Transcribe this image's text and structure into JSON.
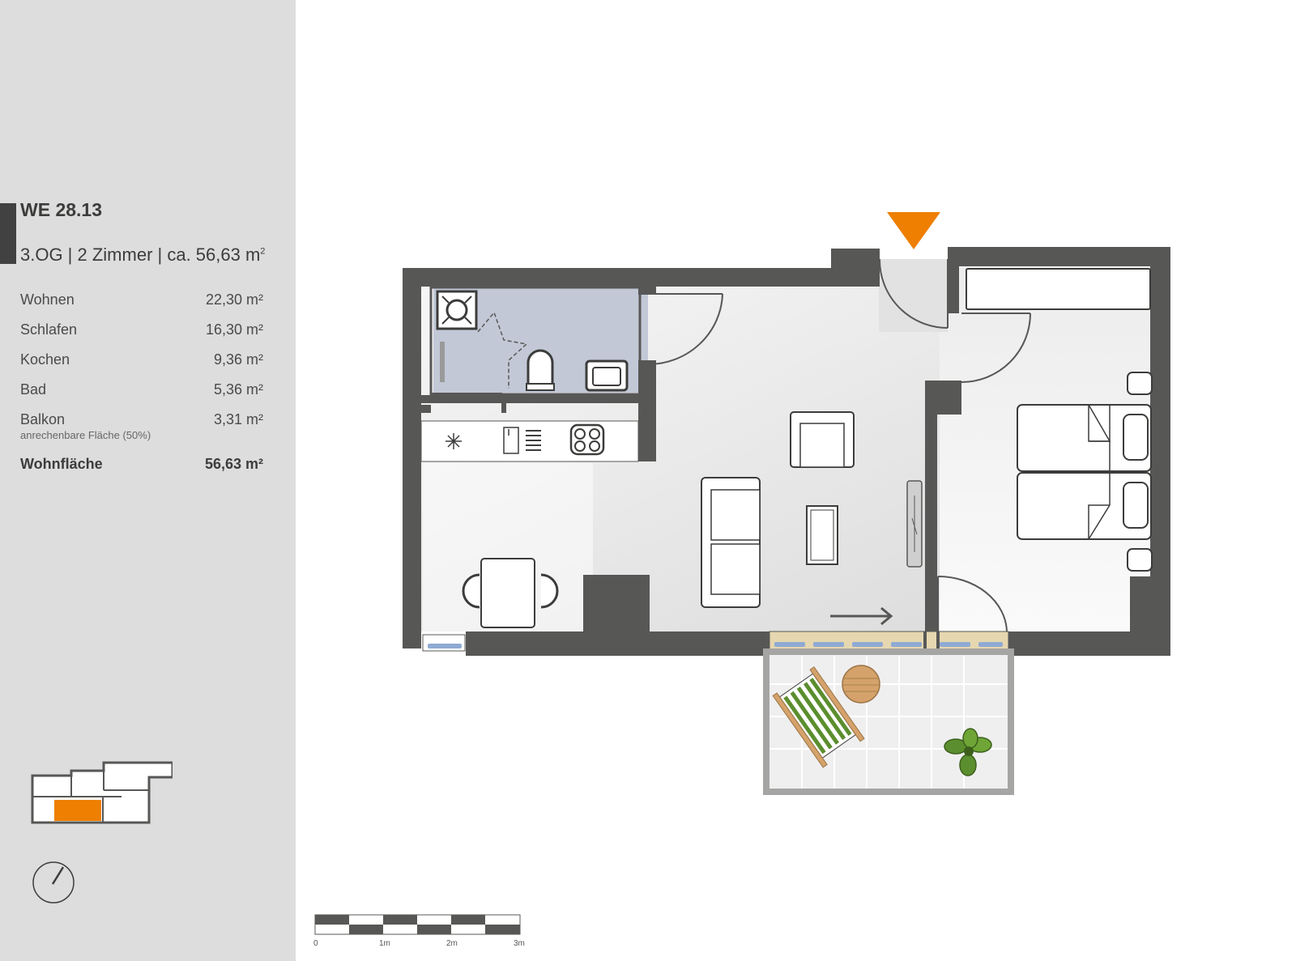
{
  "unit": {
    "title": "WE 28.13",
    "summary": "3.OG | 2 Zimmer | ca. 56,63 m",
    "summary_sup": "2"
  },
  "areas": [
    {
      "label": "Wohnen",
      "value": "22,30 m²"
    },
    {
      "label": "Schlafen",
      "value": "16,30 m²"
    },
    {
      "label": "Kochen",
      "value": "9,36 m²"
    },
    {
      "label": "Bad",
      "value": "5,36 m²"
    },
    {
      "label": "Balkon",
      "value": "3,31 m²",
      "note": "anrechenbare Fläche (50%)"
    }
  ],
  "total": {
    "label": "Wohnfläche",
    "value": "56,63 m²"
  },
  "scale": {
    "labels": [
      "0",
      "1m",
      "2m",
      "3m"
    ]
  },
  "colors": {
    "sidebar": "#dcdddc",
    "wall": "#575756",
    "accent": "#ee7f00",
    "bathroom": "#c2c8d6",
    "window": "#8faad3",
    "balcony_frame": "#e6d7b0"
  },
  "icons": [
    "entrance-arrow-icon",
    "north-arrow-icon",
    "floor-locator-icon"
  ]
}
